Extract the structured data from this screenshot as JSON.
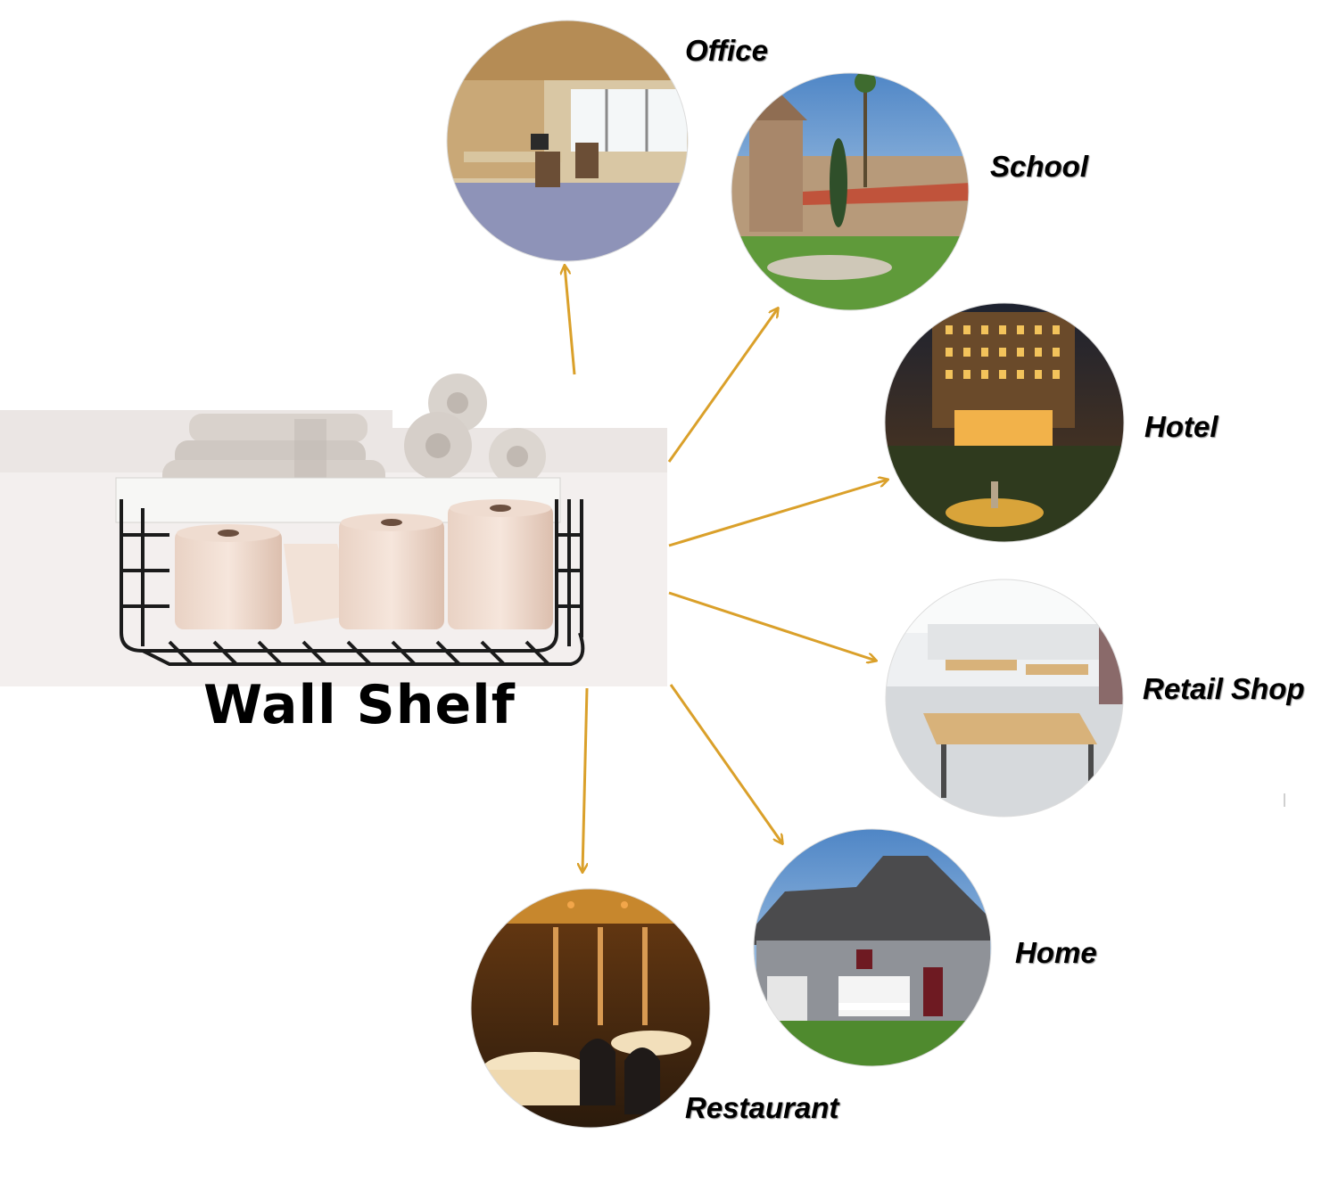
{
  "product": {
    "title": "Wall Shelf"
  },
  "locations": [
    {
      "label": "Office"
    },
    {
      "label": "School"
    },
    {
      "label": "Hotel"
    },
    {
      "label": "Retail Shop"
    },
    {
      "label": "Home"
    },
    {
      "label": "Restaurant"
    }
  ],
  "colors": {
    "arrow": "#DAA02A"
  }
}
